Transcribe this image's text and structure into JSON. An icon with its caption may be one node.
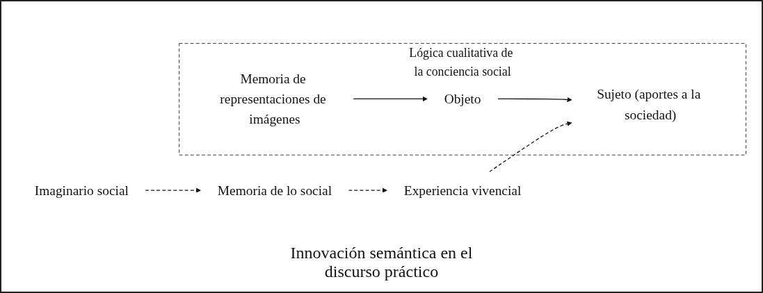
{
  "diagram": {
    "nodes": [
      {
        "text": [
          "Lógica cualitativa de la conciencia social"
        ]
      },
      {
        "text": [
          "Objeto"
        ],
        "in": 0
      },
      {
        "text": [
          "Sujeto (aportes a la sociedad)"
        ],
        "in": 0
      },
      {
        "text": [
          "Memoria de representaciones de imágenes"
        ],
        "in": 0
      },
      {
        "text": [
          "Imaginario social"
        ]
      },
      {
        "text": [
          "Memoria de lo social"
        ]
      },
      {
        "text": [
          "Experiencia vivencial"
        ]
      }
    ],
    "edges": [
      {
        "from": 1,
        "to": 2,
        "arrow": "to"
      },
      {
        "from": 3,
        "to": 1,
        "arrow": "to"
      },
      {
        "from": 4,
        "to": 5,
        "arrow": "to",
        "style": "dashed"
      },
      {
        "from": 5,
        "to": 6,
        "arrow": "to",
        "style": "dashed"
      },
      {
        "from": 6,
        "to": 2,
        "arrow": "to",
        "style": "dashed"
      }
    ],
    "labels": [
      "Innovación semántica en el discurso práctico"
    ]
  }
}
